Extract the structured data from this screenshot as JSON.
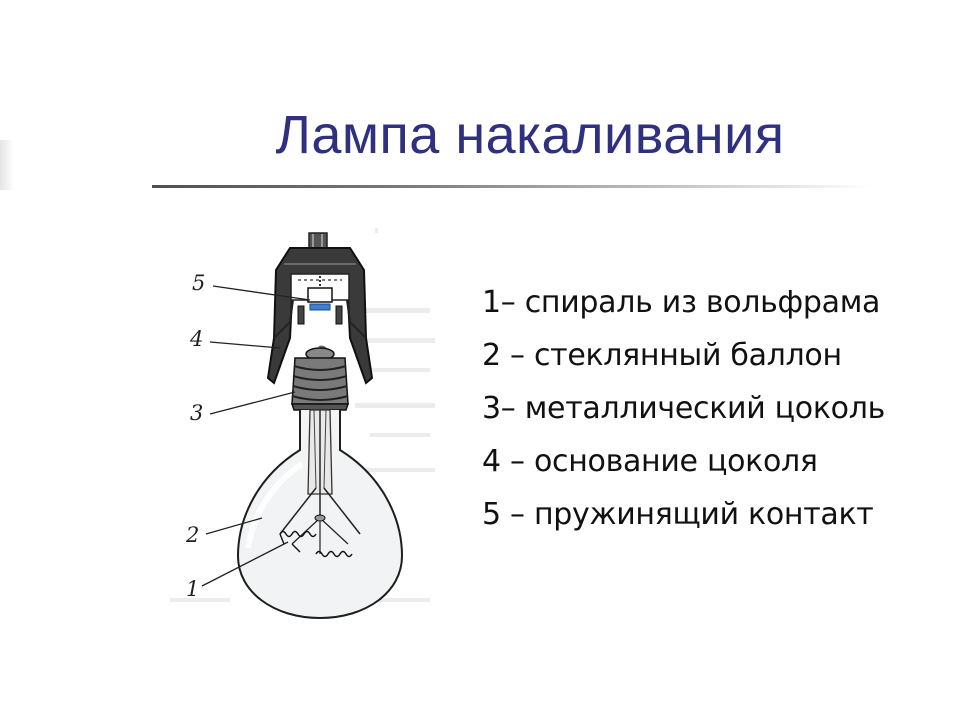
{
  "slide": {
    "title": "Лампа накаливания"
  },
  "diagram": {
    "callouts": [
      "5",
      "4",
      "3",
      "2",
      "1"
    ]
  },
  "legend": {
    "items": [
      "1– спираль из вольфрама",
      "2 – стеклянный баллон",
      "3– металлический цоколь",
      "4 – основание цоколя",
      "5 – пружинящий контакт"
    ]
  }
}
